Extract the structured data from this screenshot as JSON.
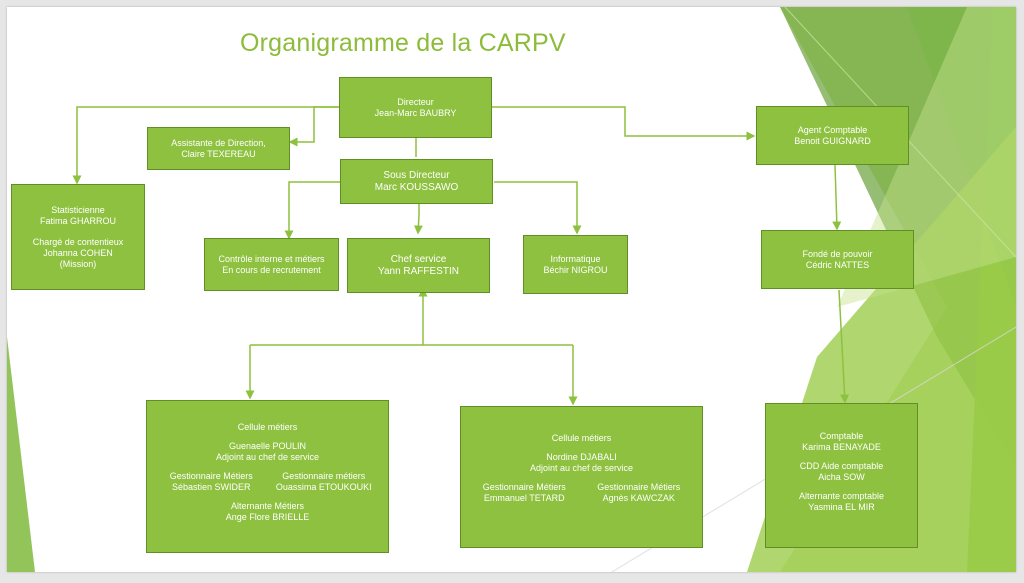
{
  "title": "Organigramme de la CARPV",
  "colors": {
    "box_fill": "#8dc13f",
    "box_border": "#5f8f25",
    "connector": "#8dc13f",
    "title": "#8dbb3a"
  },
  "directeur": {
    "role": "Directeur",
    "name": "Jean-Marc BAUBRY"
  },
  "assistante": {
    "role": "Assistante de Direction,",
    "name": "Claire TEXEREAU"
  },
  "sous_directeur": {
    "role": "Sous Directeur",
    "name": "Marc KOUSSAWO"
  },
  "statisticienne": {
    "role": "Statisticienne",
    "name": "Fatima GHARROU",
    "role2": "Chargé de contentieux",
    "name2": "Johanna COHEN",
    "note2": "(Mission)"
  },
  "controle": {
    "role": "Contrôle interne et métiers",
    "name": "En cours de recrutement"
  },
  "chef_service": {
    "role": "Chef service",
    "name": "Yann RAFFESTIN"
  },
  "informatique": {
    "role": "Informatique",
    "name": "Béchir NIGROU"
  },
  "agent_comptable": {
    "role": "Agent Comptable",
    "name": "Benoit GUIGNARD"
  },
  "fonde_pouvoir": {
    "role": "Fondé de pouvoir",
    "name": "Cédric NATTES"
  },
  "cellule1": {
    "title": "Cellule métiers",
    "adjoint_name": "Guenaelle POULIN",
    "adjoint_role": "Adjoint au chef de service",
    "g1_role": "Gestionnaire Métiers",
    "g1_name": "Sébastien SWIDER",
    "g2_role": "Gestionnaire métiers",
    "g2_name": "Ouassima ETOUKOUKI",
    "alt_role": "Alternante Métiers",
    "alt_name": "Ange Flore BRIELLE"
  },
  "cellule2": {
    "title": "Cellule métiers",
    "adjoint_name": "Nordine DJABALI",
    "adjoint_role": "Adjoint au chef de service",
    "g1_role": "Gestionnaire Métiers",
    "g1_name": "Emmanuel TETARD",
    "g2_role": "Gestionnaire  Métiers",
    "g2_name": "Agnès KAWCZAK"
  },
  "comptable": {
    "role": "Comptable",
    "name": "Karima  BENAYADE",
    "cdd_role": "CDD Aide comptable",
    "cdd_name": "Aicha  SOW",
    "alt_role": "Alternante comptable",
    "alt_name": "Yasmina EL MIR"
  }
}
